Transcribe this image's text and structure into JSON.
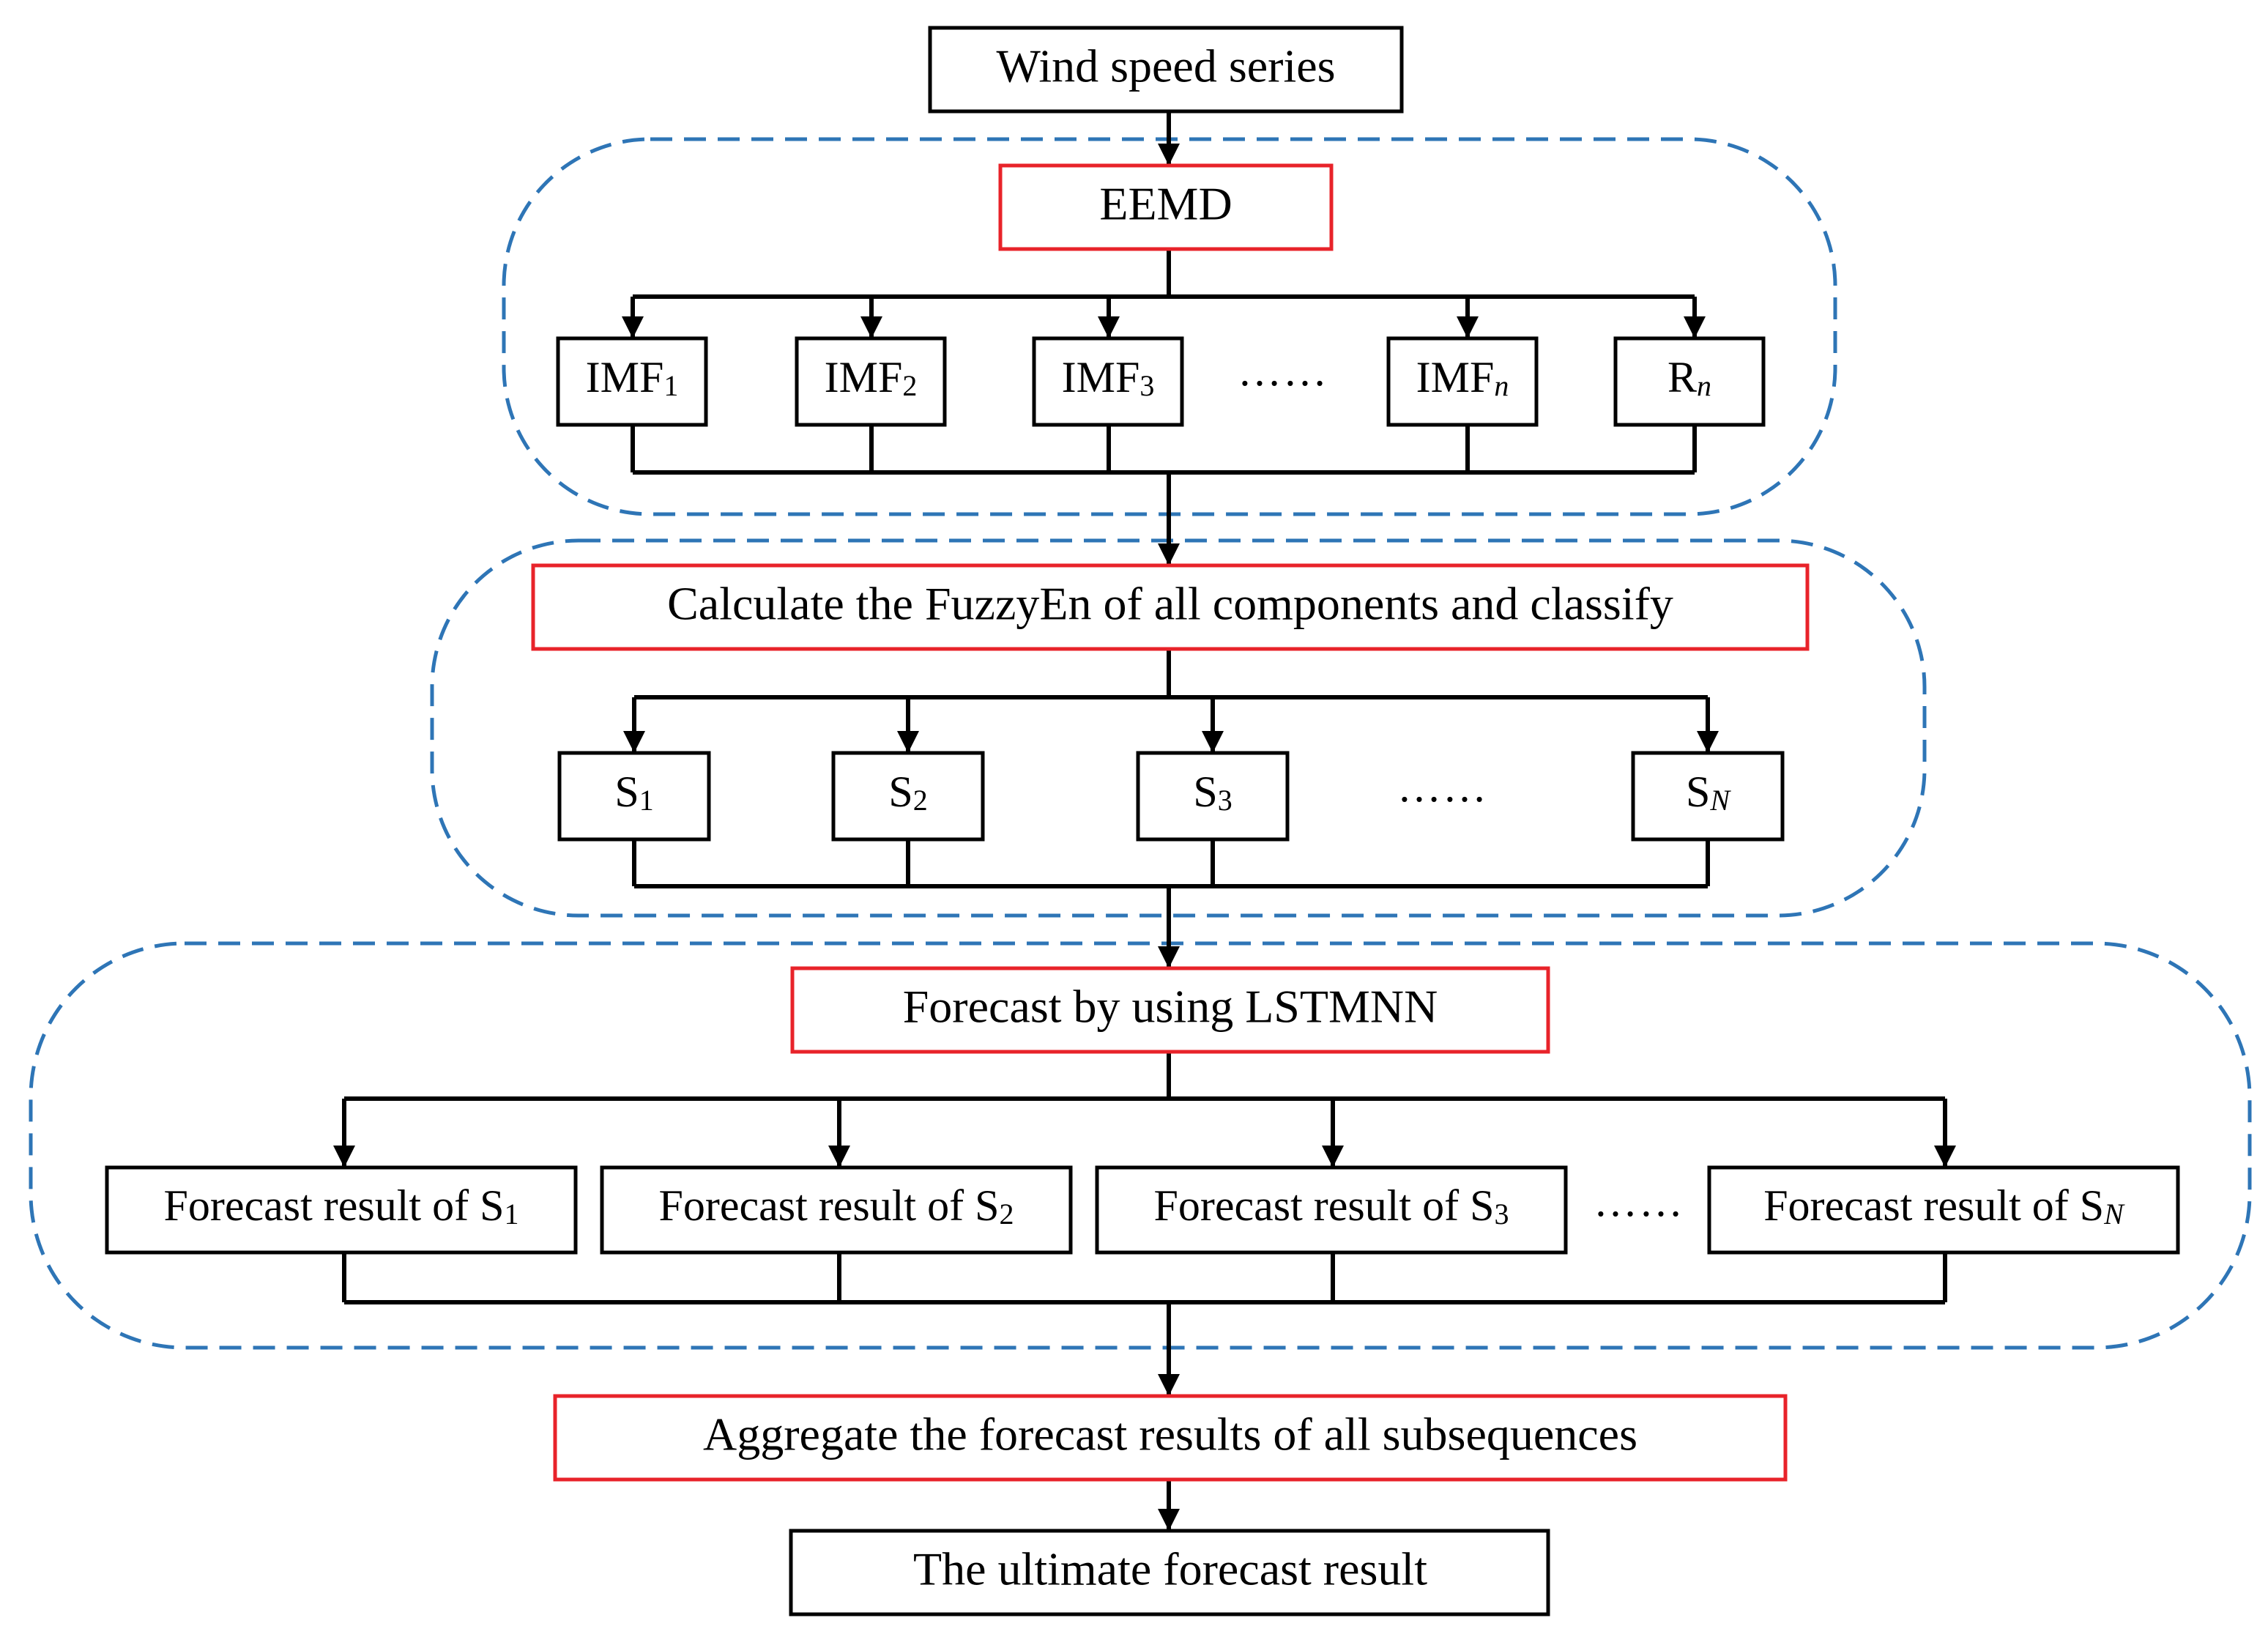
{
  "nodes": {
    "input": "Wind speed series",
    "eemd": "EEMD",
    "fuzzy": "Calculate the FuzzyEn of all components and classify",
    "lstm": "Forecast by using LSTMNN",
    "aggregate": "Aggregate the forecast results of all subsequences",
    "output": "The ultimate forecast result"
  },
  "components": [
    {
      "base": "IMF",
      "sub": "1",
      "italic": false
    },
    {
      "base": "IMF",
      "sub": "2",
      "italic": false
    },
    {
      "base": "IMF",
      "sub": "3",
      "italic": false
    },
    {
      "base": "IMF",
      "sub": "n",
      "italic": true
    },
    {
      "base": "R",
      "sub": "n",
      "italic": true
    }
  ],
  "subsequences": [
    {
      "base": "S",
      "sub": "1",
      "italic": false
    },
    {
      "base": "S",
      "sub": "2",
      "italic": false
    },
    {
      "base": "S",
      "sub": "3",
      "italic": false
    },
    {
      "base": "S",
      "sub": "N",
      "italic": true
    }
  ],
  "forecasts": [
    {
      "base": "Forecast result of S",
      "sub": "1",
      "italic": false
    },
    {
      "base": "Forecast result of S",
      "sub": "2",
      "italic": false
    },
    {
      "base": "Forecast result of S",
      "sub": "3",
      "italic": false
    },
    {
      "base": "Forecast result of S",
      "sub": "N",
      "italic": true
    }
  ],
  "ellipsis": "……",
  "colors": {
    "step_border": "#e8232a",
    "box_border": "#000000",
    "group_border": "#2e75b6",
    "line": "#000000"
  }
}
